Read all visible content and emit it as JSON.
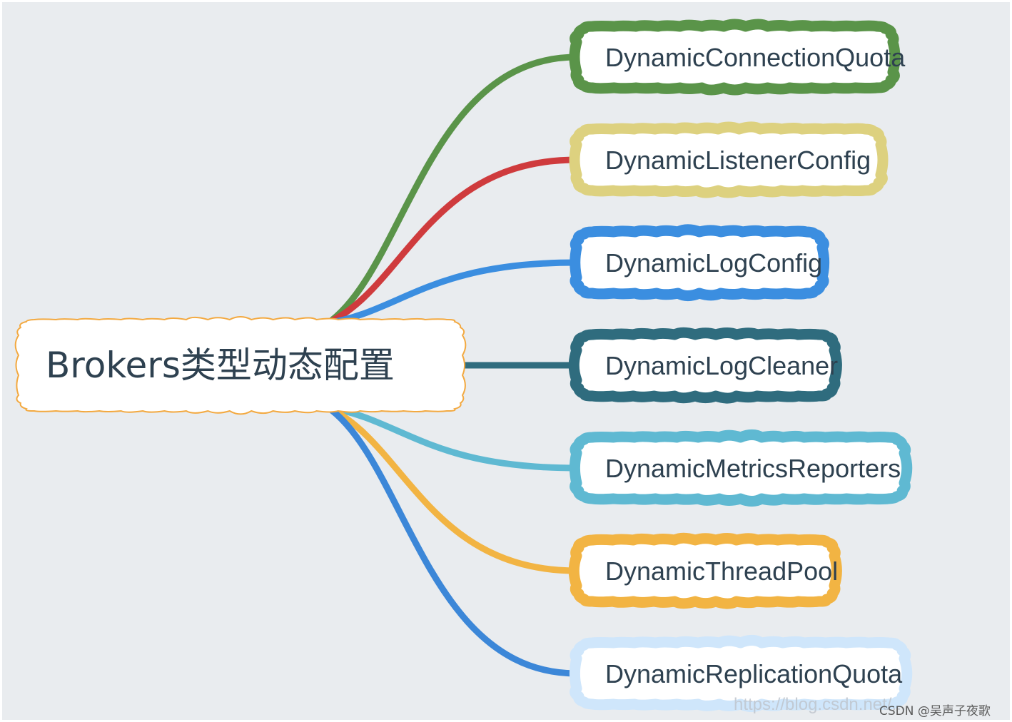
{
  "root": {
    "label": "Brokers类型动态配置",
    "color": "#f3a940"
  },
  "children": [
    {
      "id": "connection-quota",
      "label": "DynamicConnectionQuota",
      "color": "#5a9449"
    },
    {
      "id": "listener-config",
      "label": "DynamicListenerConfig",
      "color": "#ddd17f",
      "edge_color": "#cf3b3d"
    },
    {
      "id": "log-config",
      "label": "DynamicLogConfig",
      "color": "#3b8ee0"
    },
    {
      "id": "log-cleaner",
      "label": "DynamicLogCleaner",
      "color": "#2f6c7e"
    },
    {
      "id": "metrics-reporters",
      "label": "DynamicMetricsReporters",
      "color": "#5fb9d2"
    },
    {
      "id": "thread-pool",
      "label": "DynamicThreadPool",
      "color": "#f2b443"
    },
    {
      "id": "replication-quota",
      "label": "DynamicReplicationQuota",
      "color": "#cfe6fb",
      "edge_color": "#3c87d8"
    }
  ],
  "watermark": {
    "url": "https://blog.csdn.net/...",
    "credit": "CSDN @吴声子夜歌"
  },
  "colors": {
    "background": "#e9ecef",
    "text": "#2e4150"
  }
}
